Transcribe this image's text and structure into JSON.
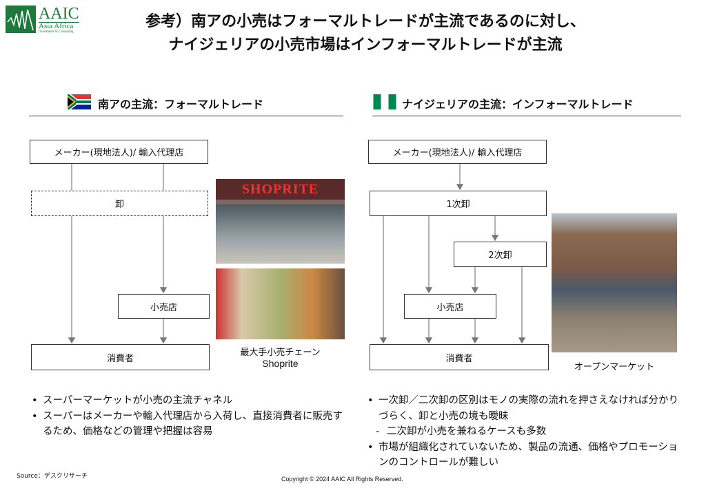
{
  "logo": {
    "name": "AAIC",
    "tagline": "Asia Africa",
    "subtag": "Investment & Consulting"
  },
  "title": {
    "line1": "参考）南アの小売はフォーマルトレードが主流であるのに対し、",
    "line2": "ナイジェリアの小売市場はインフォーマルトレードが主流"
  },
  "left": {
    "heading": "南アの主流：フォーマルトレード",
    "maker": "メーカー(現地法人)/ 輸入代理店",
    "wholesale": "卸",
    "retail": "小売店",
    "consumer": "消費者",
    "photo_sign": "SHOPRITE",
    "caption1": "最大手小売チェーン",
    "caption2": "Shoprite",
    "bullets": [
      "スーパーマーケットが小売の主流チャネル",
      "スーパーはメーカーや輸入代理店から入荷し、直接消費者に販売するため、価格などの管理や把握は容易"
    ]
  },
  "right": {
    "heading": "ナイジェリアの主流：インフォーマルトレード",
    "maker": "メーカー(現地法人)/ 輸入代理店",
    "wholesale1": "1次卸",
    "wholesale2": "2次卸",
    "retail": "小売店",
    "consumer": "消費者",
    "caption": "オープンマーケット",
    "bullets": [
      "一次卸／二次卸の区別はモノの実際の流れを押さえなければ分かりづらく、卸と小売の境も曖昧",
      "二次卸が小売を兼ねるケースも多数",
      "市場が組織化されていないため、製品の流通、価格やプロモーションのコントロールが難しい"
    ]
  },
  "footer": {
    "source": "Source：デスクリサーチ",
    "copyright": "Copyright © 2024 AAIC All Rights Reserved."
  },
  "colors": {
    "brand": "#1e7a3c",
    "nigeria_green": "#008751"
  }
}
